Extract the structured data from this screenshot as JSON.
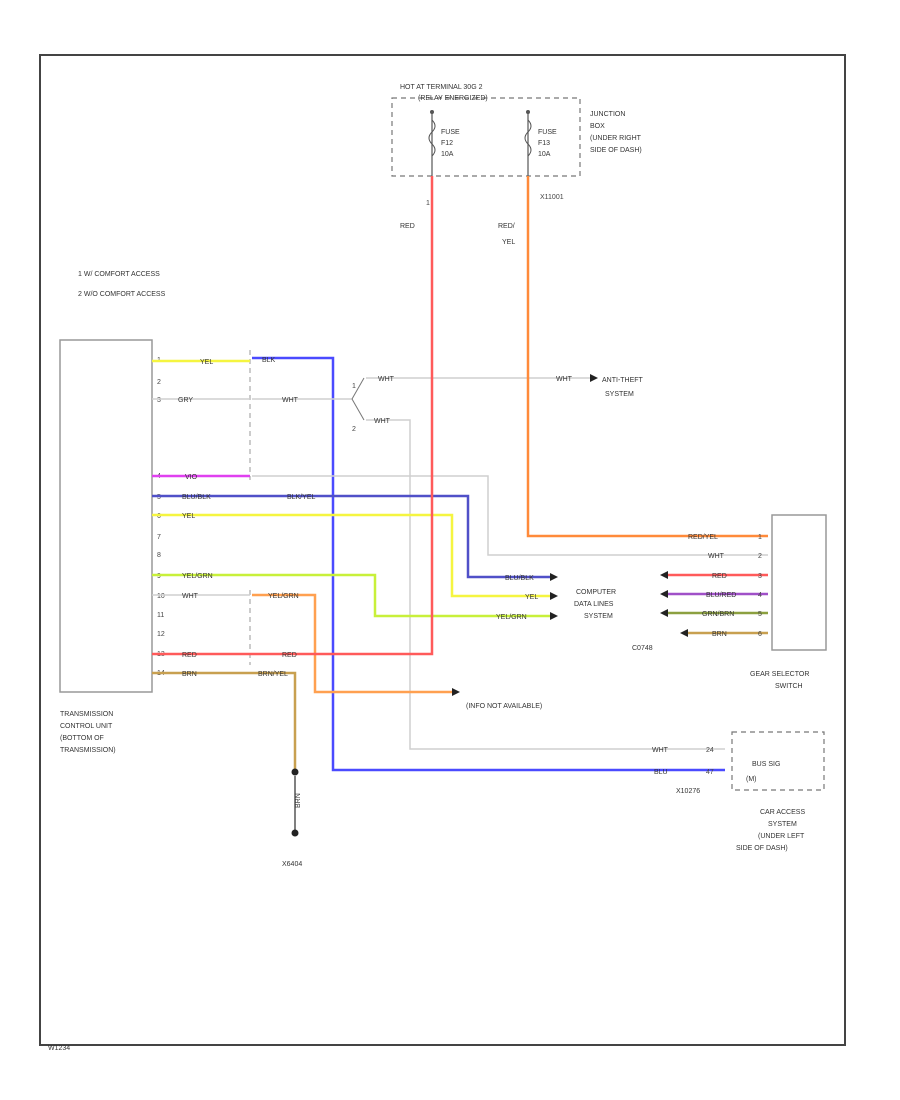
{
  "hot_label_1": "HOT AT TERMINAL 30G 2",
  "hot_label_2": "(RELAY ENERGIZED)",
  "junction_box": [
    "JUNCTION",
    "BOX",
    "(UNDER RIGHT",
    "SIDE OF DASH)"
  ],
  "fuse_left": [
    "FUSE",
    "F12",
    "10A"
  ],
  "fuse_right": [
    "FUSE",
    "F13",
    "10A"
  ],
  "fuse_conn_left": "1",
  "fuse_conn_right": "X11001",
  "wire_red": "RED",
  "wire_red_yel": [
    "RED/",
    "YEL"
  ],
  "notes": [
    "1  W/ COMFORT ACCESS",
    "2  W/O COMFORT ACCESS"
  ],
  "tcu": {
    "label": [
      "TRANSMISSION",
      "CONTROL UNIT",
      "(BOTTOM OF",
      "TRANSMISSION)"
    ],
    "pins": [
      "1",
      "2",
      "3",
      "4",
      "5",
      "6",
      "7",
      "8",
      "9",
      "10",
      "11",
      "12",
      "13",
      "14"
    ],
    "wires": [
      "YEL",
      "GRY",
      "VIO",
      "BLU/BLK",
      "YEL",
      "YEL/GRN",
      "WHT",
      "RED",
      "BRN"
    ]
  },
  "mid_wires": [
    "BLK",
    "WHT",
    "BLK/YEL",
    "RED",
    "YEL/GRN",
    "WHT",
    "BRN/YEL"
  ],
  "splice_wires": [
    "WHT",
    "WHT"
  ],
  "anti_theft": [
    "WHT",
    "ANTI-THEFT",
    "SYSTEM"
  ],
  "cdl": {
    "label": [
      "COMPUTER",
      "DATA LINES",
      "SYSTEM"
    ],
    "left_wires": [
      "BLU/BLK",
      "YEL",
      "YEL/GRN"
    ],
    "right_wires": [
      "RED",
      "BLU/RED",
      "GRN/BRN",
      "BRN"
    ],
    "connector": "C0748"
  },
  "gear_selector": {
    "label": [
      "GEAR SELECTOR",
      "SWITCH"
    ],
    "wires": [
      "RED/YEL",
      "WHT",
      "RED",
      "BLU/RED",
      "GRN/BRN",
      "BRN"
    ],
    "pins": [
      "1",
      "2",
      "3",
      "4",
      "5",
      "6"
    ]
  },
  "info_na": "(INFO NOT AVAILABLE)",
  "ground": {
    "wire": "BRN",
    "label": "X6404"
  },
  "car_access": {
    "label": [
      "CAR ACCESS",
      "SYSTEM",
      "(UNDER LEFT",
      "SIDE OF DASH)"
    ],
    "bus_sig": "BUS SIG",
    "bus_sub": "(M)",
    "wires": [
      "WHT",
      "BLU"
    ],
    "pins": [
      "24",
      "47"
    ],
    "connector": "X10276"
  },
  "footer_code": "W1234",
  "colors": {
    "red": "#ff5a5a",
    "red_yel": "#ff8a3a",
    "blue": "#4a4aff",
    "yellow": "#f5f540",
    "yel_grn": "#c8f03a",
    "violet": "#e040f0",
    "orange": "#ffa050",
    "brown": "#c8a050",
    "white_wire": "#c8c8c8",
    "blu_blk": "#5050c8",
    "blu_red": "#a050c8",
    "grn_brn": "#8ca040"
  }
}
